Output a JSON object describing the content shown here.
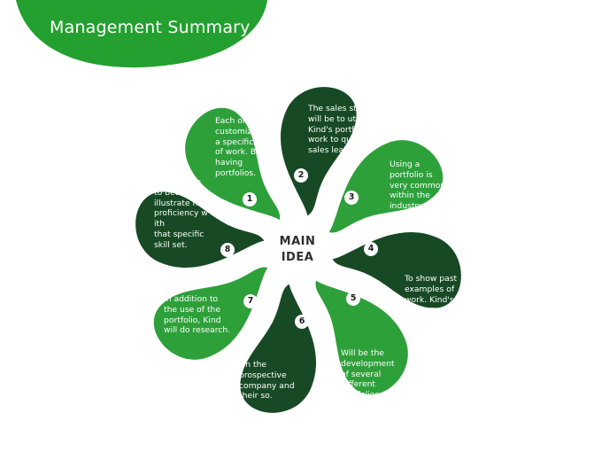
{
  "header": {
    "title": "Management Summary"
  },
  "colors": {
    "light_green": "#2ea03a",
    "dark_green": "#174a24",
    "header_green": "#23a02f"
  },
  "diagram": {
    "center_label": "MAIN\nIDEA",
    "petals": [
      {
        "number": "1",
        "text": "Each one\ncustomized to\na specific type\nof work. By\nhaving\nportfolios.",
        "color": "light"
      },
      {
        "number": "2",
        "text": "The sales strategy\nwill be to utilize\nKind's portfolio past\nwork to qualify a\nsales lead.",
        "color": "dark"
      },
      {
        "number": "3",
        "text": "Using a\nportfolio is\nvery common\nwithin the\nindustry.",
        "color": "light"
      },
      {
        "number": "4",
        "text": "To show past\nexamples of\nwork.  Kind's\nstrategy.",
        "color": "dark"
      },
      {
        "number": "5",
        "text": "Will be the\ndevelopment\nof several\ndifferent\nportfolios.",
        "color": "light"
      },
      {
        "number": "6",
        "text": "On the\nprospective\ncompany and\ntheir so.",
        "color": "dark"
      },
      {
        "number": "7",
        "text": "In addition to\nthe use of the\nportfolio, Kind\nwill do research.",
        "color": "light"
      },
      {
        "number": "8",
        "text": "Kind is able\nto better\nillustrate his\nproficiency w\nith\nthat specific\nskill set.",
        "color": "dark"
      }
    ]
  }
}
